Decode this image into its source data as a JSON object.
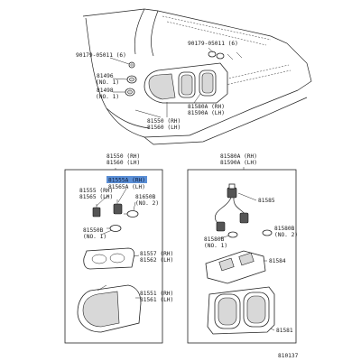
{
  "labels": {
    "clip_90179_05011": "90179-05011 (6)",
    "clip_90179_05011_top": "90179-05011 (6)",
    "socket_81496_no1_a": "81496",
    "socket_81496_no1_b": "(NO. 1)",
    "socket_81498_no1_a": "81498",
    "socket_81498_no1_b": "(NO. 1)",
    "lamp_assy_rh_top": "81550 (RH)",
    "lamp_assy_lh_top": "81560 (LH)",
    "lamp_81580a_rh_top": "81580A (RH)",
    "lamp_81590a_lh_top": "81590A (LH)",
    "left_box_header_rh": "81550 (RH)",
    "left_box_header_lh": "81560 (LH)",
    "highlight_rh": "81555A (RH)",
    "highlight_lh": "81565A (LH)",
    "lbl_81555_rh": "81555 (RH)",
    "lbl_81565_lh": "81565 (LH)",
    "lbl_81650b_a": "81650B",
    "lbl_81650b_b": "(NO. 2)",
    "lbl_81550b_a": "81550B",
    "lbl_81550b_b": "(NO. 1)",
    "lbl_81557_rh": "81557 (RH)",
    "lbl_81562_lh": "81562 (LH)",
    "lbl_81551_rh": "81551 (RH)",
    "lbl_81561_lh": "81561 (LH)",
    "right_box_header_rh": "81580A (RH)",
    "right_box_header_lh": "81590A (LH)",
    "lbl_81585": "81585",
    "lbl_81580b_right_a": "81580B",
    "lbl_81580b_right_b": "(NO. 2)",
    "lbl_81580b_mid_a": "81580B",
    "lbl_81580b_mid_b": "(NO. 1)",
    "lbl_81584": "81584",
    "lbl_81581": "81581",
    "figure_number": "810137"
  },
  "colors": {
    "highlight": "#5b8fd6",
    "ink": "#222222"
  }
}
